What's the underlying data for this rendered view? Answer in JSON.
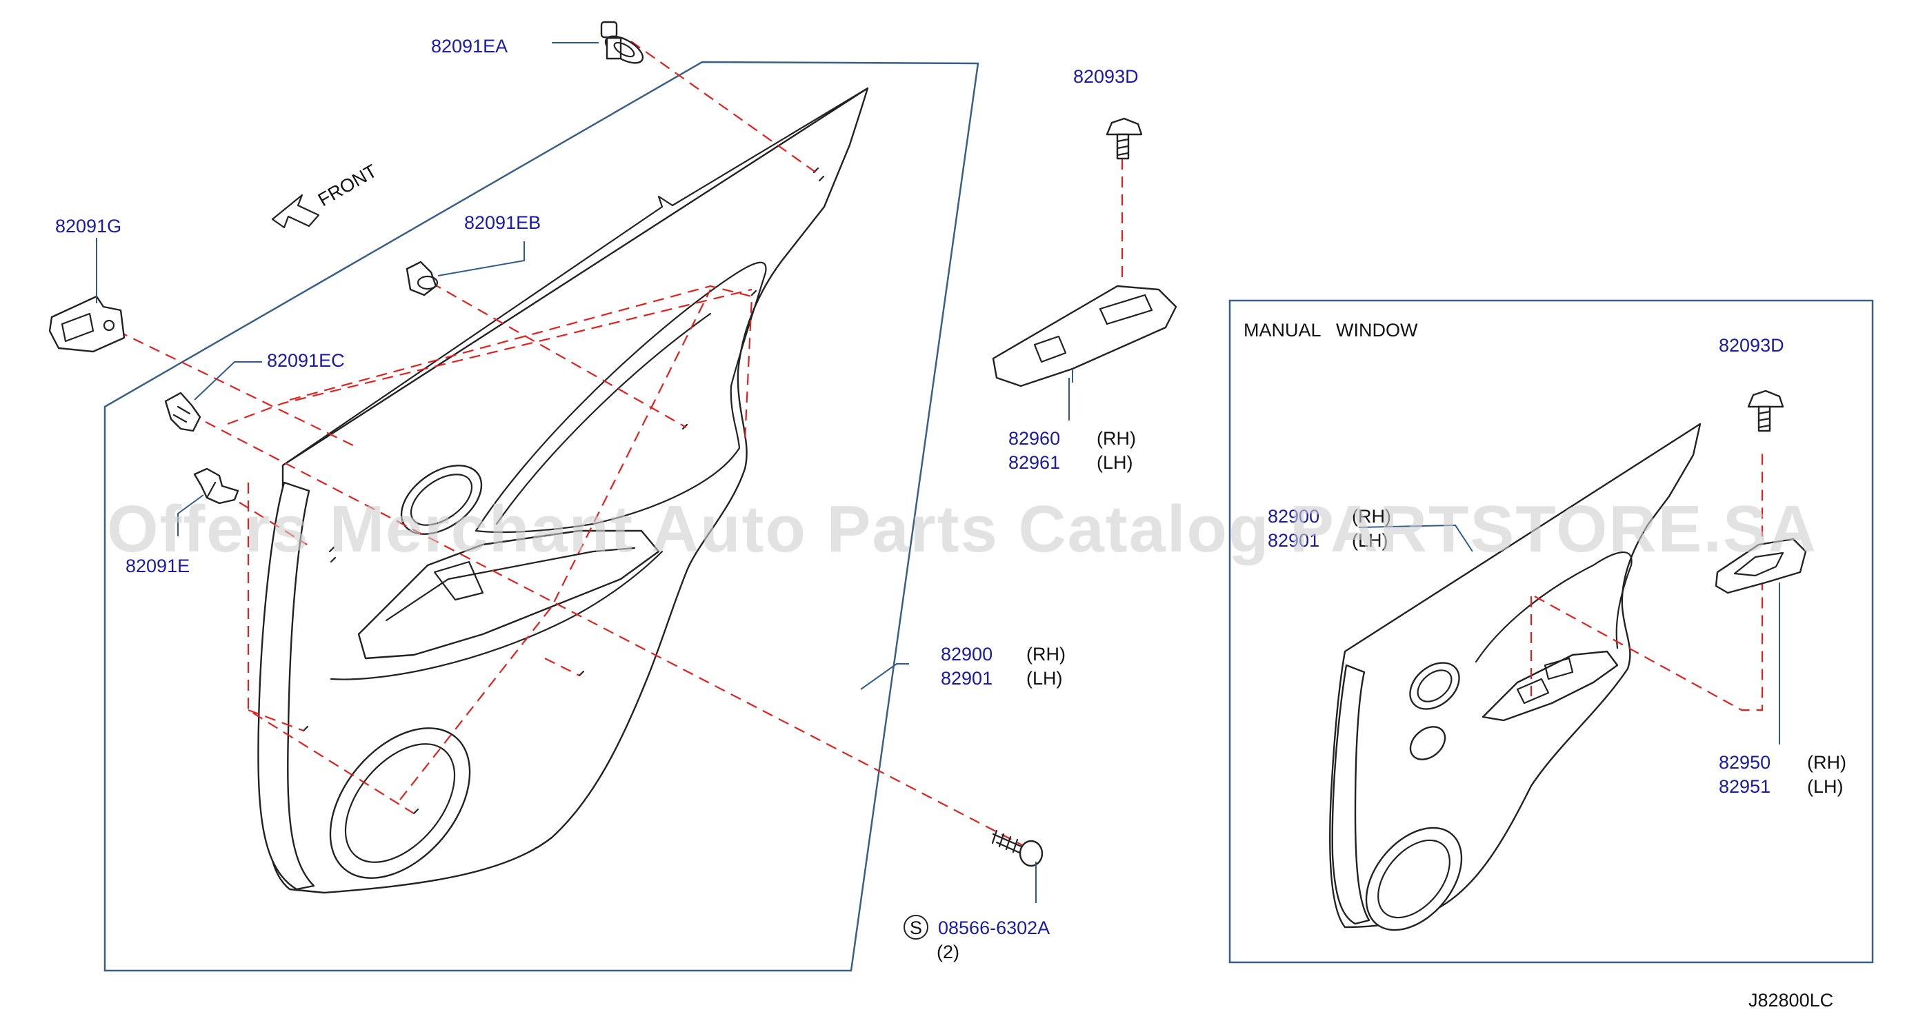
{
  "labels": {
    "clip_ea": "82091EA",
    "clip_g": "82091G",
    "clip_eb": "82091EB",
    "clip_ec": "82091EC",
    "clip_e": "82091E",
    "front": "FRONT",
    "screw_main": "82093D",
    "finisher_rh": "82960",
    "finisher_lh": "82961",
    "finisher_rh_side": "(RH)",
    "finisher_lh_side": "(LH)",
    "trim_rh": "82900",
    "trim_lh": "82901",
    "trim_rh_side": "(RH)",
    "trim_lh_side": "(LH)",
    "s_mark": "S",
    "bolt": "08566-6302A",
    "bolt_qty": "(2)",
    "manual_window": "MANUAL   WINDOW",
    "screw_inset": "82093D",
    "inset_trim_rh": "82900",
    "inset_trim_lh": "82901",
    "inset_trim_rh_side": "(RH)",
    "inset_trim_lh_side": "(LH)",
    "inset_finisher_rh": "82950",
    "inset_finisher_lh": "82951",
    "inset_finisher_rh_side": "(RH)",
    "inset_finisher_lh_side": "(LH)",
    "diagram_code": "J82800LC"
  },
  "watermark": "Offers Merchant Auto Parts Catalog PARTSTORE.SA",
  "colors": {
    "label_blue": "#1a1aa8",
    "frame_blue": "#3a5f86",
    "dashed_red": "#e0211f",
    "line_black": "#222222",
    "watermark_gray": "#cfcfcf"
  }
}
